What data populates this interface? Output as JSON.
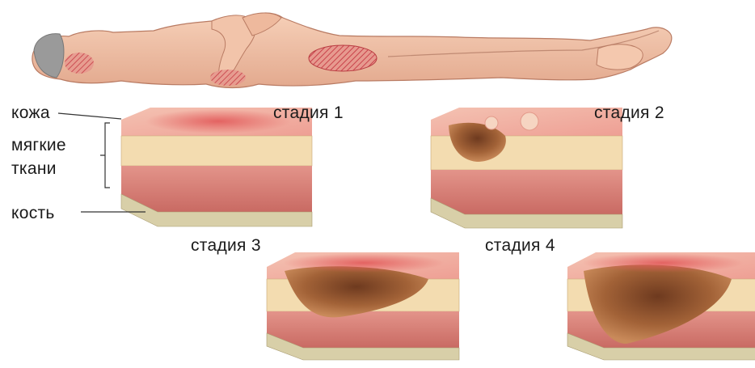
{
  "labels": {
    "skin": "кожа",
    "soft_tissue_line1": "мягкие",
    "soft_tissue_line2": "ткани",
    "bone": "кость"
  },
  "stages": [
    {
      "title": "стадия 1"
    },
    {
      "title": "стадия 2"
    },
    {
      "title": "стадия 3"
    },
    {
      "title": "стадия 4"
    }
  ],
  "colors": {
    "skin_top": "#f2b7a6",
    "skin_red": "#e6736a",
    "fat": "#f3dcb0",
    "muscle": "#d9847c",
    "muscle_dark": "#b85a55",
    "bone": "#d8cfa8",
    "wound": "#8b4a2a",
    "pressure_zone": "#d9545a",
    "body": "#f1c2a6"
  }
}
